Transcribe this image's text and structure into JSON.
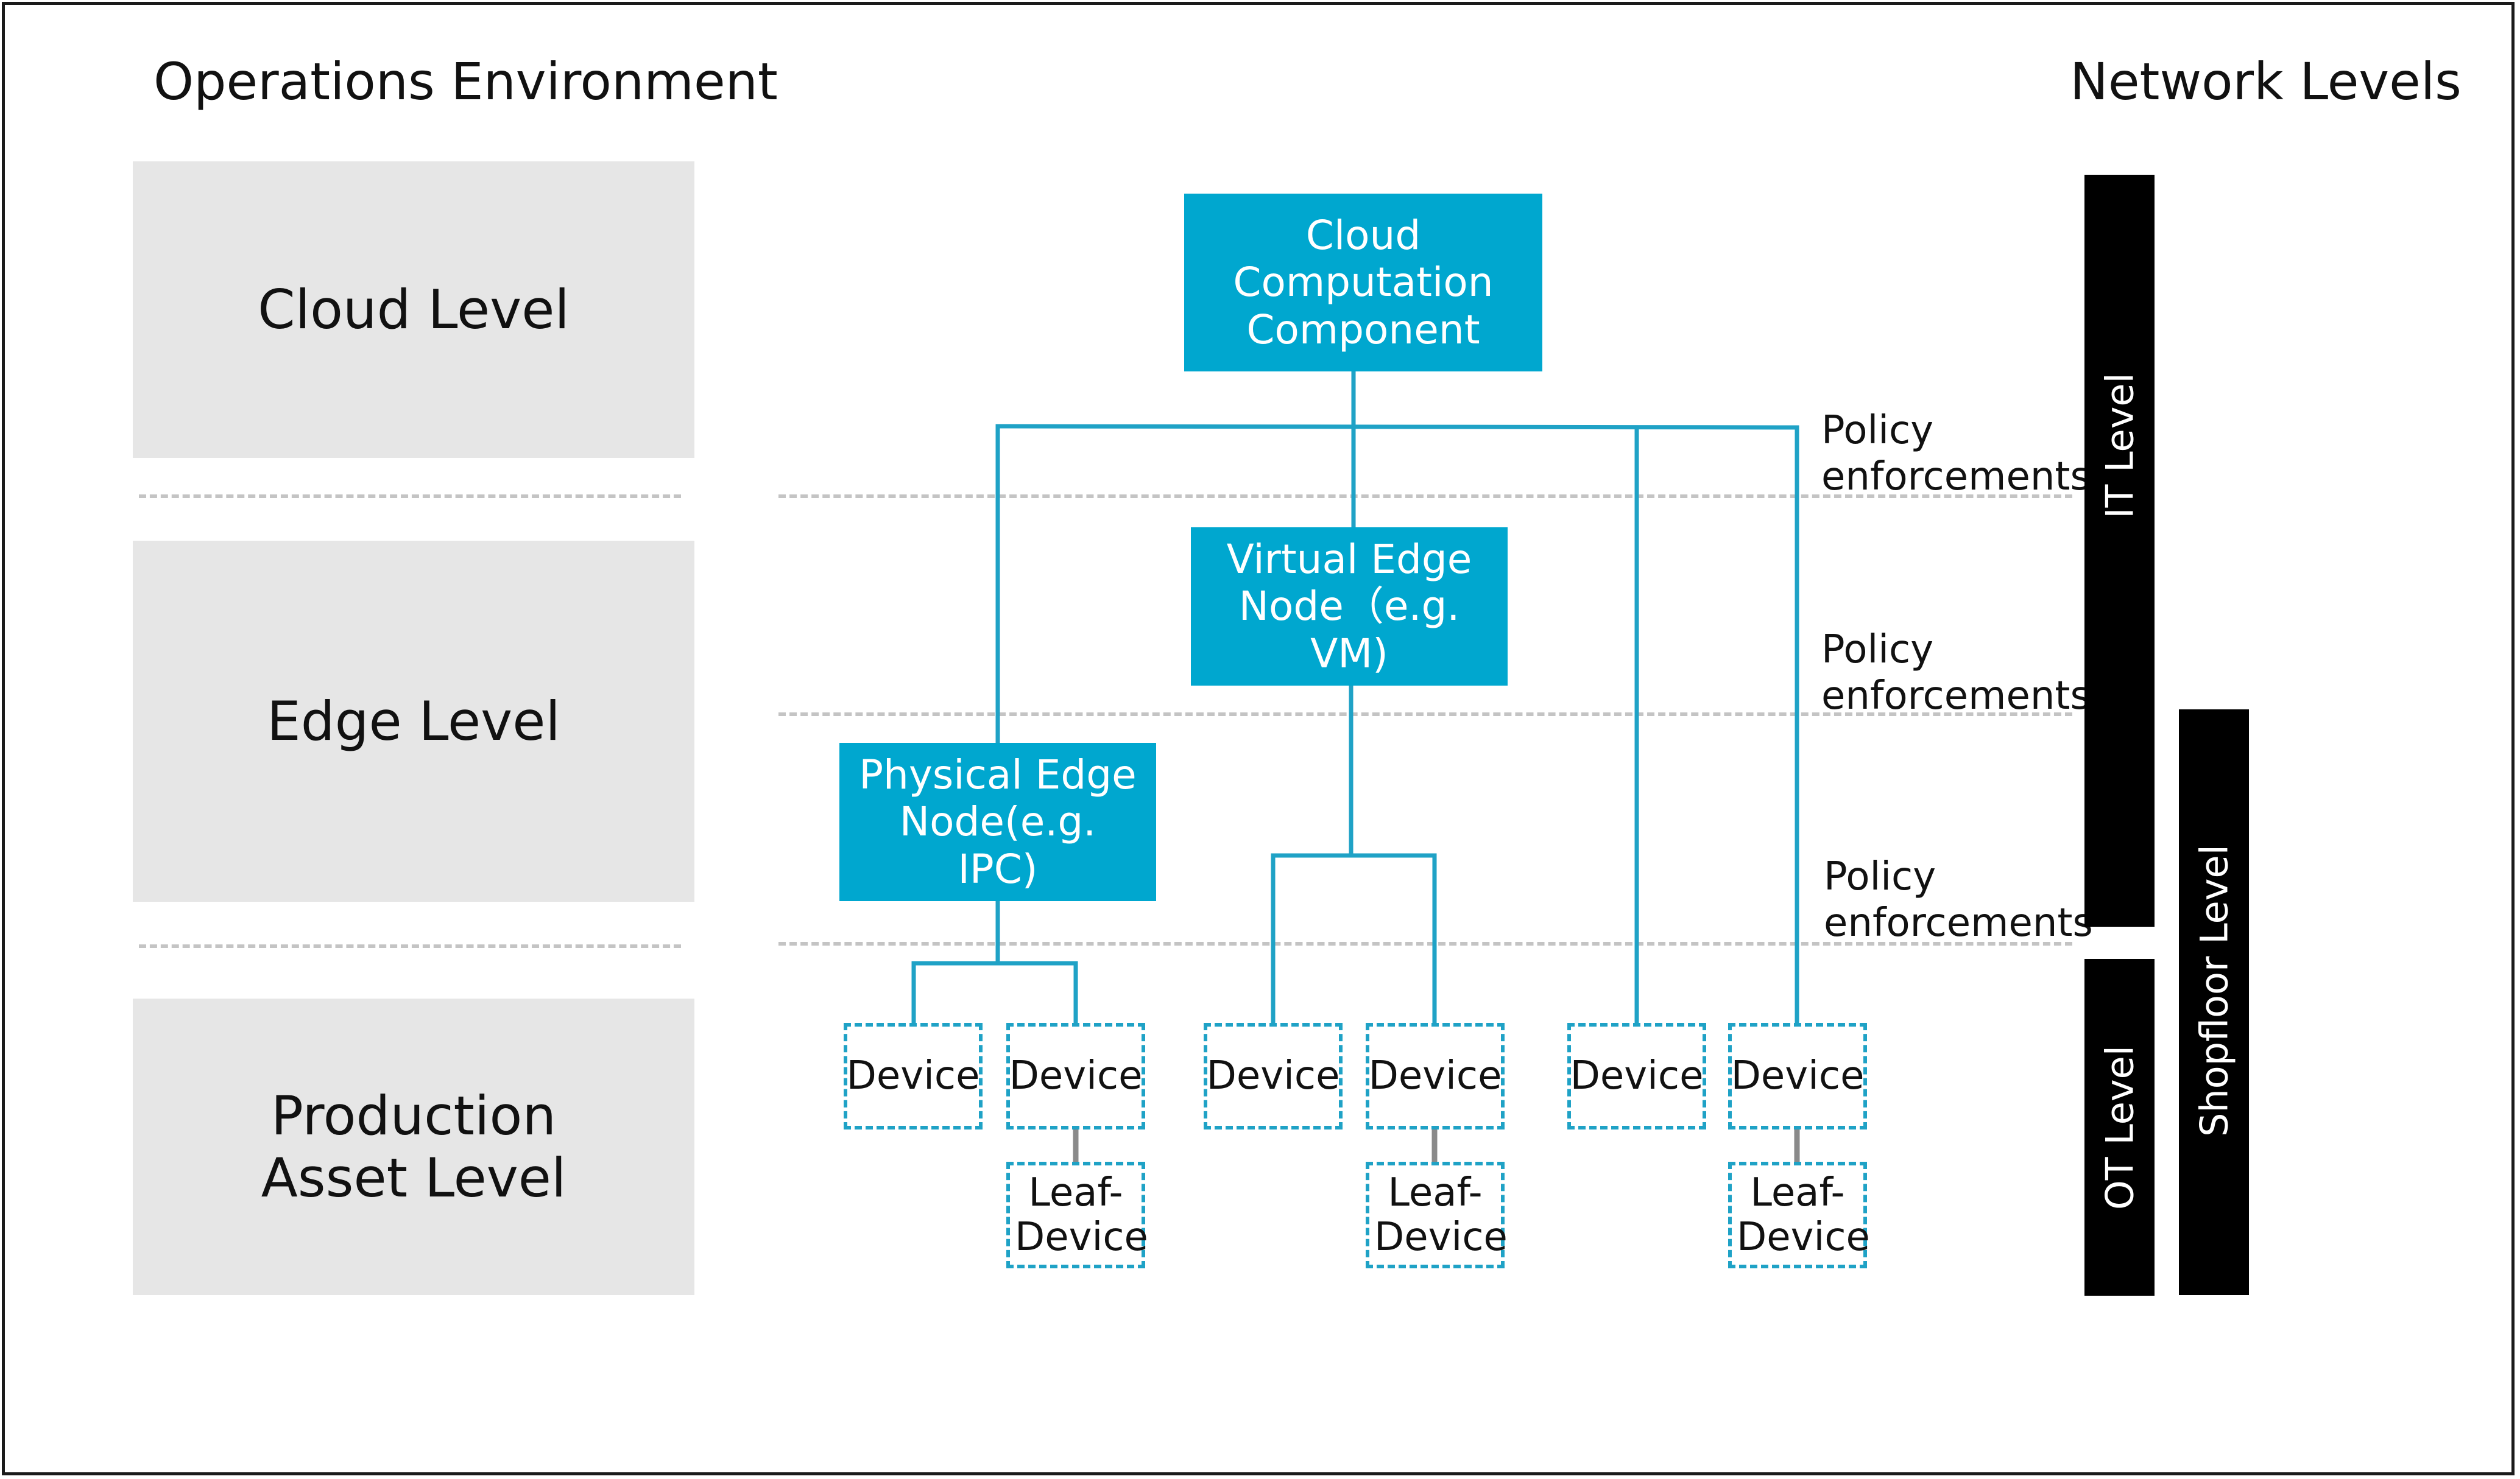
{
  "headings": {
    "left": "Operations Environment",
    "right": "Network Levels"
  },
  "environment_levels": [
    "Cloud Level",
    "Edge Level",
    "Production Asset Level"
  ],
  "nodes": {
    "cloud": "Cloud Computation Component",
    "virtual_edge": "Virtual Edge Node（e.g. VM)",
    "physical_edge": "Physical Edge Node(e.g. IPC)"
  },
  "devices": [
    "Device",
    "Device",
    "Device",
    "Device",
    "Device",
    "Device"
  ],
  "leaf_devices": [
    "Leaf-Device",
    "Leaf-Device",
    "Leaf-Device"
  ],
  "policy_labels": [
    "Policy enforcements",
    "Policy enforcements",
    "Policy enforcements"
  ],
  "network_levels": {
    "it": "IT Level",
    "ot": "OT Level",
    "shopfloor": "Shopfloor Level"
  },
  "colors": {
    "node_fill": "#00a7cf",
    "connector": "#1fa2c6",
    "env_box": "#e6e6e6",
    "level_bar": "#000000"
  }
}
